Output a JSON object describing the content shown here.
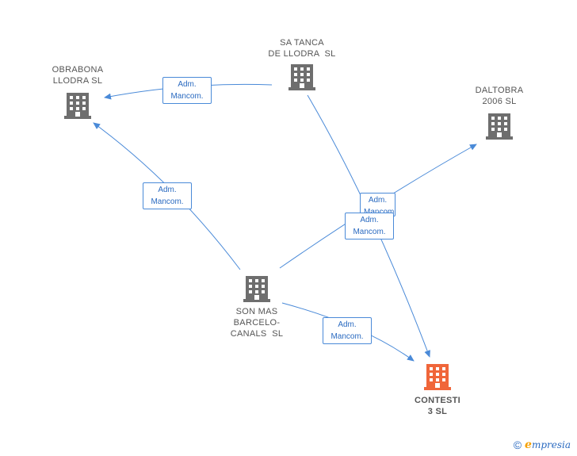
{
  "nodes": {
    "sa_tanca": {
      "label": "SA TANCA\nDE LLODRA  SL",
      "color": "#6e6e6e"
    },
    "obrabona": {
      "label": "OBRABONA\nLLODRA SL",
      "color": "#6e6e6e"
    },
    "daltobra": {
      "label": "DALTOBRA\n2006 SL",
      "color": "#6e6e6e"
    },
    "son_mas": {
      "label": "SON MAS\nBARCELO-\nCANALS  SL",
      "color": "#6e6e6e"
    },
    "contesti": {
      "label": "CONTESTI\n3 SL",
      "color": "#f0663a"
    }
  },
  "relations": {
    "r1": {
      "label": "Adm.\nMancom."
    },
    "r2": {
      "label": "Adm.\nMancom."
    },
    "r3": {
      "label": "Adm.\nMancom."
    },
    "r4": {
      "label": "Adm.\nMancom."
    },
    "r5": {
      "label": "Adm.\nMancom."
    }
  },
  "colors": {
    "edge": "#4a8ad8",
    "icon_default": "#6e6e6e",
    "icon_target": "#f0663a"
  },
  "footer": {
    "copyright_symbol": "©",
    "brand_initial": "e",
    "brand_rest": "mpresia"
  }
}
